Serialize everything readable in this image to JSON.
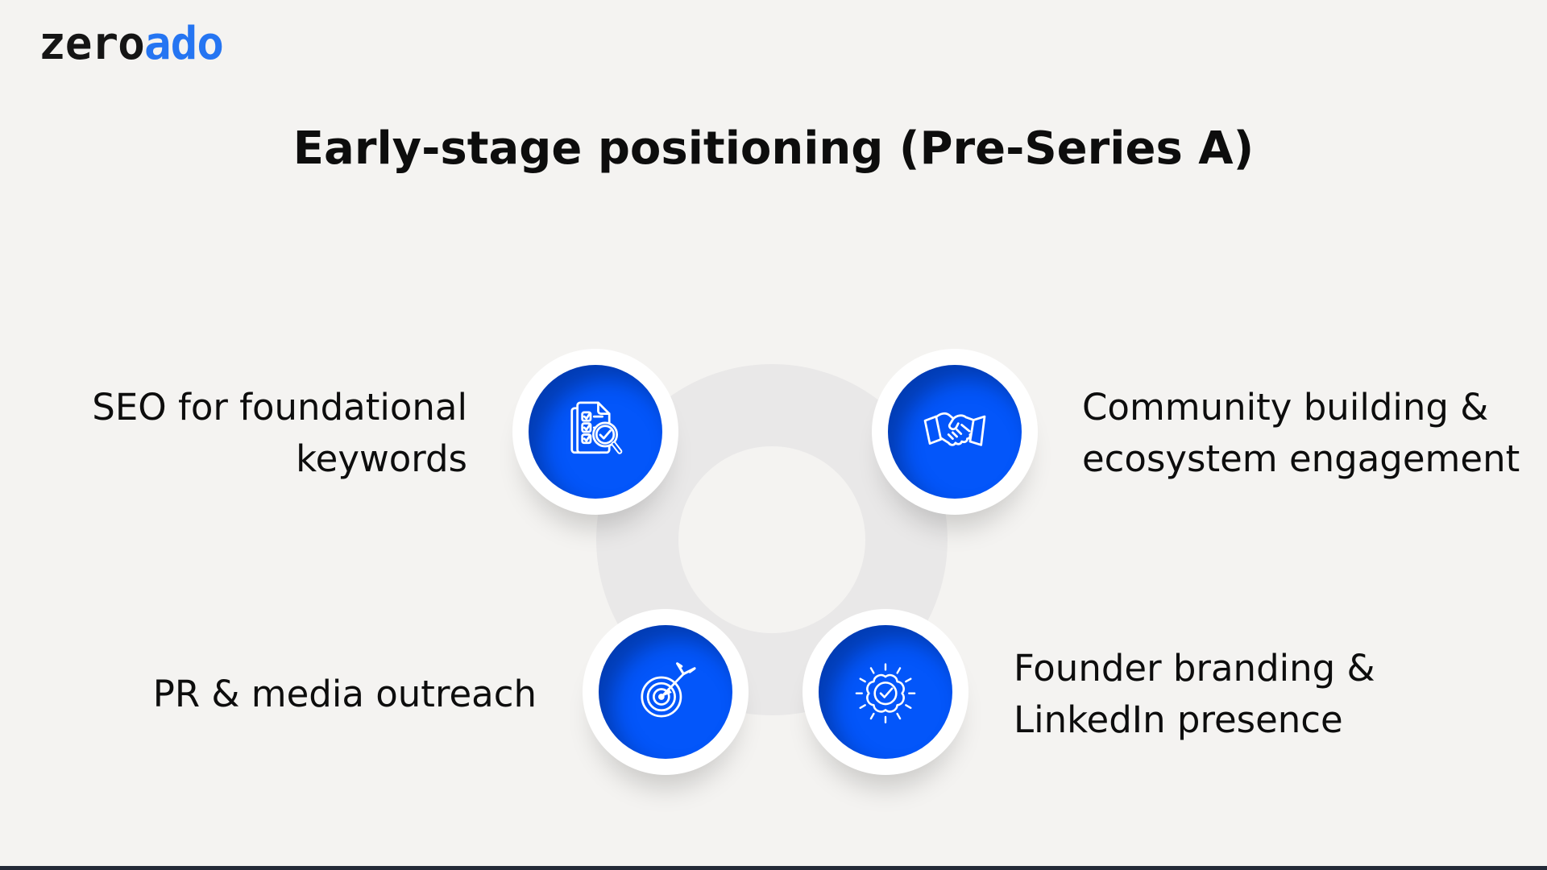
{
  "page": {
    "background_color": "#f4f3f1",
    "ring_color": "#e9e8e8",
    "accent_blue": "#0356fa",
    "text_color": "#0d0d0d",
    "bottom_bar_color": "#232937"
  },
  "logo": {
    "part1": "zero",
    "part2": "ado",
    "part1_color": "#151515",
    "part2_color": "#2575f2"
  },
  "title": "Early-stage positioning (Pre-Series A)",
  "items": [
    {
      "icon": "checklist-search-icon",
      "lines": [
        "SEO for foundational",
        "keywords"
      ]
    },
    {
      "icon": "handshake-icon",
      "lines": [
        "Community building &",
        "ecosystem engagement"
      ]
    },
    {
      "icon": "target-arrow-icon",
      "lines": [
        "PR & media outreach"
      ]
    },
    {
      "icon": "badge-check-icon",
      "lines": [
        "Founder branding &",
        "LinkedIn presence"
      ]
    }
  ]
}
